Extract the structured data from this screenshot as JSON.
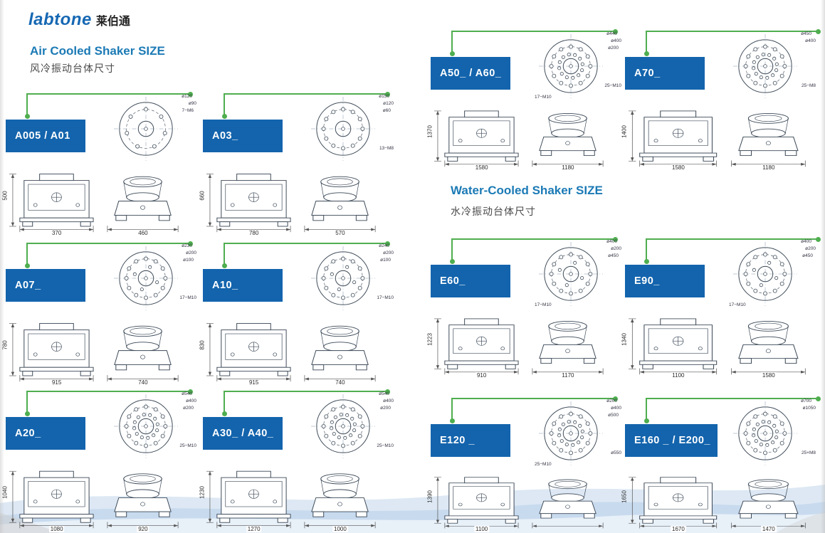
{
  "logo": {
    "brand": "labtone",
    "brand_cn": "莱伯通"
  },
  "sections": {
    "air": {
      "title": "Air Cooled Shaker SIZE",
      "subtitle": "风冷振动台体尺寸"
    },
    "water": {
      "title": "Water-Cooled Shaker  SIZE",
      "subtitle": "水冷振动台体尺寸"
    }
  },
  "colors": {
    "accent_blue": "#1364ad",
    "title_blue": "#1b7ab5",
    "connector_green": "#4fae4f",
    "drawing_line": "#3d4a58",
    "wave_light": "#dde8f4",
    "wave_mid": "#c8daee"
  },
  "panels": [
    {
      "id": "a005-a01",
      "label": "A005 / A01",
      "flange": {
        "a1": "ø120",
        "a2": "ø90",
        "a3": "7−M6"
      },
      "dims": {
        "h": "500",
        "w1": "370",
        "w2": "460"
      }
    },
    {
      "id": "a03",
      "label": "A03_",
      "flange": {
        "a1": "ø150",
        "a2": "ø120",
        "a3": "ø60",
        "a4": "13−M8"
      },
      "dims": {
        "h": "660",
        "w1": "780",
        "w2": "570"
      }
    },
    {
      "id": "a07",
      "label": "A07_",
      "flange": {
        "a1": "ø230",
        "a2": "ø200",
        "a3": "ø100",
        "a4": "17−M10"
      },
      "dims": {
        "h": "780",
        "w1": "915",
        "w2": "740"
      }
    },
    {
      "id": "a10",
      "label": "A10_",
      "flange": {
        "a1": "ø240",
        "a2": "ø200",
        "a3": "ø100",
        "a4": "17−M10"
      },
      "dims": {
        "h": "830",
        "w1": "915",
        "w2": "740"
      }
    },
    {
      "id": "a20",
      "label": "A20_",
      "flange": {
        "a1": "ø540",
        "a2": "ø400",
        "a3": "ø200",
        "a4": "25−M10"
      },
      "dims": {
        "h": "1040",
        "w1": "1080",
        "w2": "920"
      }
    },
    {
      "id": "a30-a40",
      "label": "A30_ / A40_",
      "flange": {
        "a1": "ø540",
        "a2": "ø400",
        "a3": "ø200",
        "a4": "25−M10"
      },
      "dims": {
        "h": "1230",
        "w1": "1270",
        "w2": "1000"
      }
    },
    {
      "id": "a50-a60",
      "label": "A50_ / A60_",
      "flange": {
        "a1": "ø440",
        "a2": "ø400",
        "a3": "ø200",
        "a4": "25−M10",
        "a5": "17−M10"
      },
      "dims": {
        "h": "1370",
        "w1": "1580",
        "w2": "1180"
      }
    },
    {
      "id": "a70",
      "label": "A70_",
      "flange": {
        "a1": "ø450",
        "a2": "ø400",
        "a4": "25−M8"
      },
      "dims": {
        "h": "1400",
        "w1": "1580",
        "w2": "1180"
      }
    },
    {
      "id": "e60",
      "label": "E60_",
      "flange": {
        "a1": "ø400",
        "a2": "ø200",
        "a3": "ø450",
        "a5": "17−M10"
      },
      "dims": {
        "h": "1223",
        "w1": "910",
        "w2": "1170"
      }
    },
    {
      "id": "e90",
      "label": "E90_",
      "flange": {
        "a1": "ø400",
        "a2": "ø200",
        "a3": "ø450",
        "a5": "17−M10"
      },
      "dims": {
        "h": "1340",
        "w1": "1100",
        "w2": "1580"
      }
    },
    {
      "id": "e120",
      "label": "E120 _",
      "flange": {
        "a1": "ø200",
        "a2": "ø400",
        "a3": "ø500",
        "a4": "ø550",
        "a5": "25−M10"
      },
      "dims": {
        "h": "1390",
        "w1": "1100",
        "w2": ""
      }
    },
    {
      "id": "e160-e200",
      "label": "E160 _ / E200_",
      "flange": {
        "a1": "ø700",
        "a2": "ø1050",
        "a4": "25×M8"
      },
      "dims": {
        "h": "1650",
        "w1": "1670",
        "w2": "1470"
      }
    }
  ]
}
